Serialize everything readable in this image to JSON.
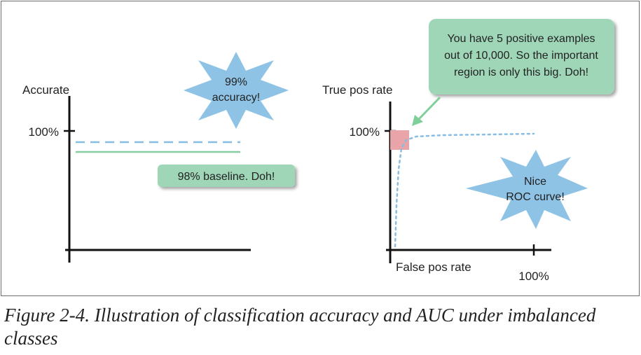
{
  "left_chart": {
    "y_label": "Accurate",
    "y_tick": "100%",
    "starburst_lines": [
      "99%",
      "accuracy!"
    ],
    "baseline_callout": "98% baseline. Doh!"
  },
  "right_chart": {
    "y_label": "True pos rate",
    "y_tick": "100%",
    "x_label": "False pos rate",
    "x_tick": "100%",
    "callout_lines": [
      "You have 5 positive examples",
      "out of 10,000. So the important",
      "region is only this big. Doh!"
    ],
    "starburst_lines": [
      "Nice",
      "ROC curve!"
    ]
  },
  "caption": "Figure 2-4. Illustration of classification accuracy and AUC under imbalanced classes",
  "colors": {
    "starburst": "#8ec3e6",
    "callout_fill": "#9fd6b7",
    "dashed_line": "#88bde3",
    "solid_line": "#86ce9f",
    "highlight_region": "#e8a4a8"
  }
}
